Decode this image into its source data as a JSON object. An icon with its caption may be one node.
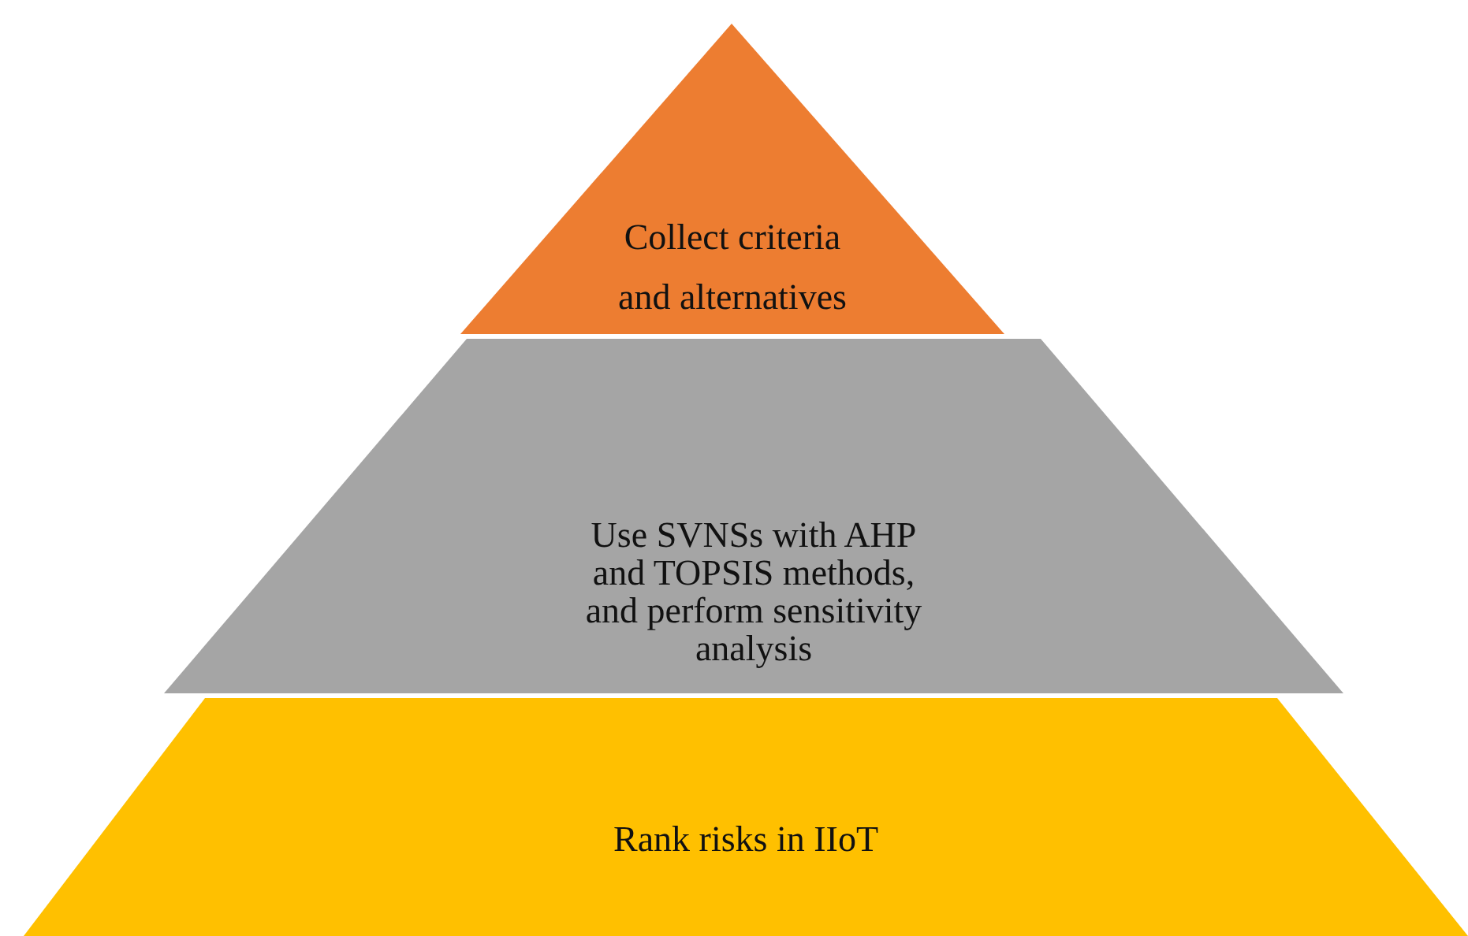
{
  "diagram": {
    "nodes": [
      {
        "text": [
          "Collect criteria and alternatives"
        ]
      },
      {
        "text": [
          "Use SVNSs with AHP and TOPSIS methods, and perform sensitivity analysis"
        ]
      },
      {
        "text": [
          "Rank risks in IIoT"
        ]
      }
    ]
  }
}
